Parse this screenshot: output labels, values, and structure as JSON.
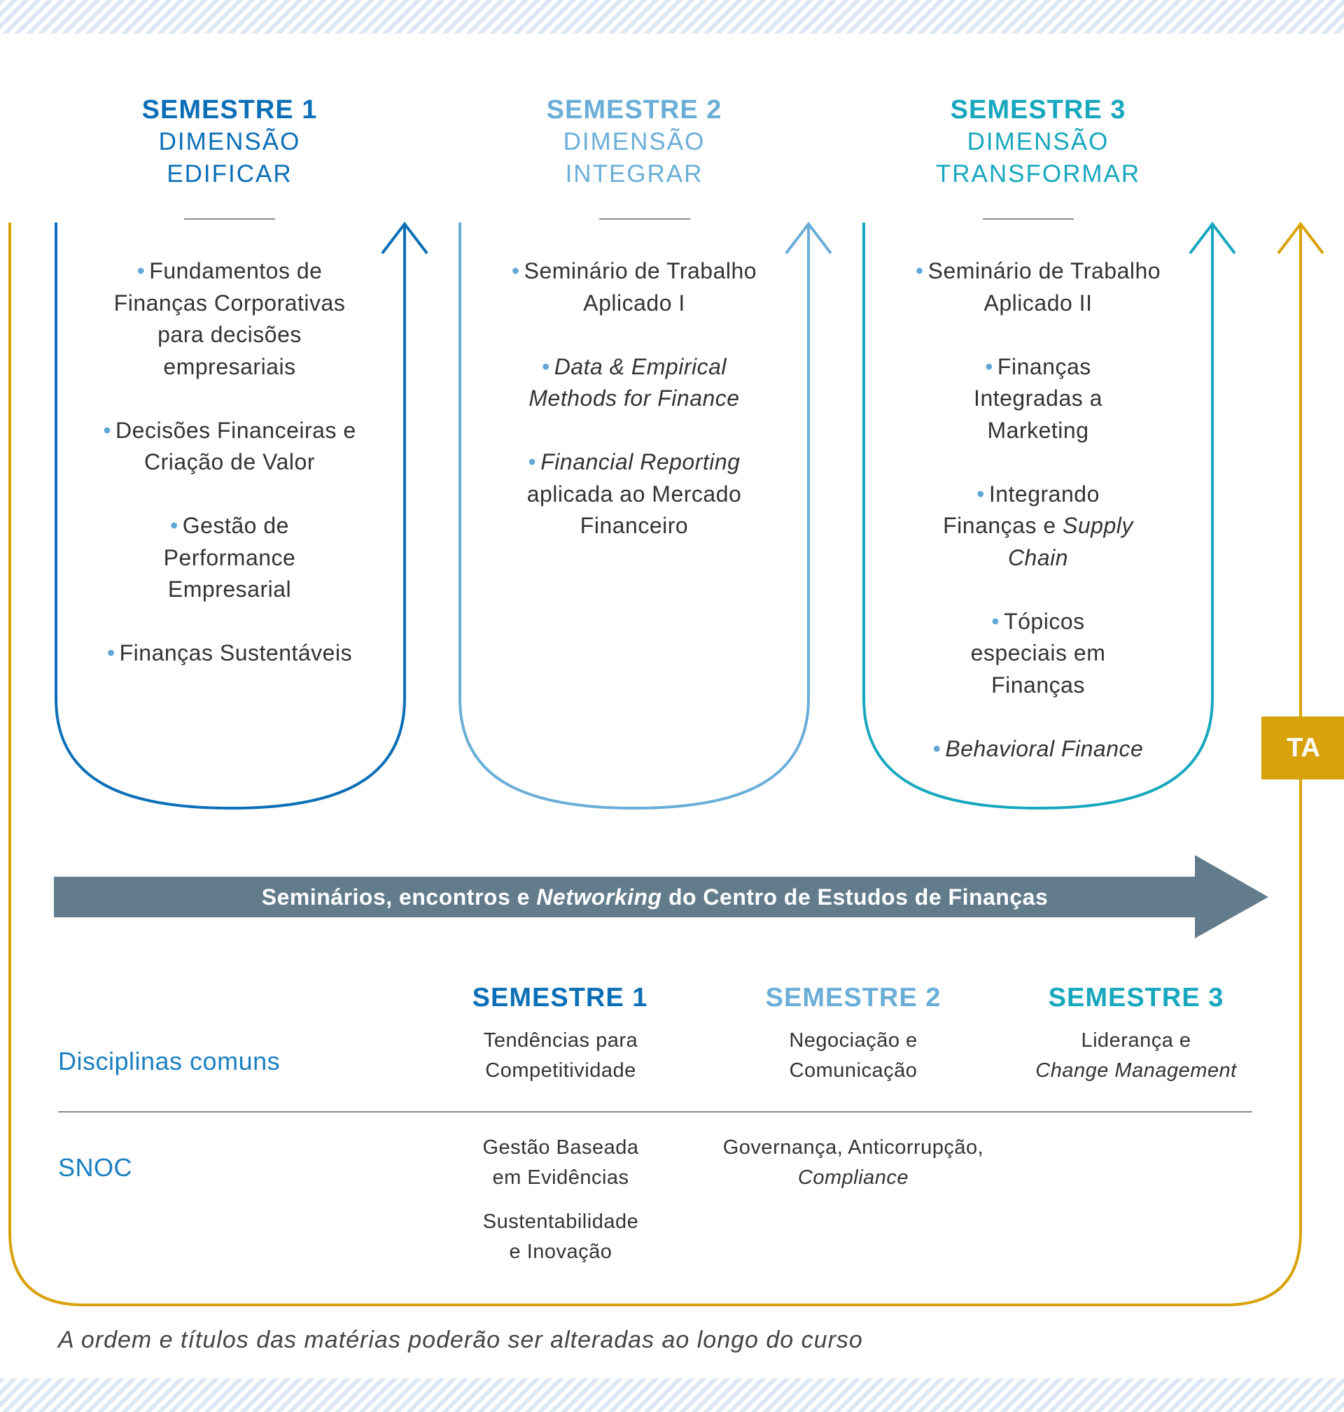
{
  "colors": {
    "sem1": "#0b6fb7",
    "sem2": "#6aaed8",
    "sem3": "#17a7be",
    "gold": "#d9a20b",
    "banner": "#637c8c",
    "bullet": "#5ea6d6"
  },
  "semesters": [
    {
      "title": "SEMESTRE 1",
      "dimension_line1": "DIMENSÃO",
      "dimension_line2": "EDIFICAR",
      "items": [
        {
          "text": "Fundamentos de Finanças Corporativas para decisões empresariais"
        },
        {
          "text": "Decisões Financeiras e Criação de Valor"
        },
        {
          "text": "Gestão de Performance Empresarial"
        },
        {
          "text": "Finanças Sustentáveis"
        }
      ]
    },
    {
      "title": "SEMESTRE 2",
      "dimension_line1": "DIMENSÃO",
      "dimension_line2": "INTEGRAR",
      "items": [
        {
          "text": "Seminário de Trabalho Aplicado I"
        },
        {
          "text": "Data & Empirical Methods for Finance"
        },
        {
          "text_italic": "Financial Reporting",
          "text_rest": "aplicada ao Mercado Financeiro"
        }
      ]
    },
    {
      "title": "SEMESTRE 3",
      "dimension_line1": "DIMENSÃO",
      "dimension_line2": "TRANSFORMAR",
      "items": [
        {
          "text": "Seminário de Trabalho Aplicado II"
        },
        {
          "text": "Finanças Integradas a Marketing"
        },
        {
          "text_pre": "Integrando Finanças e",
          "text_italic": "Supply Chain"
        },
        {
          "text": "Tópicos especiais em Finanças"
        },
        {
          "text": "Behavioral Finance"
        }
      ]
    }
  ],
  "banner": {
    "pre": "Seminários, encontros e",
    "italic": "Networking",
    "post": "do Centro de Estudos de Finanças"
  },
  "ta_label": "TA",
  "bottom_table": {
    "headers": [
      "SEMESTRE 1",
      "SEMESTRE 2",
      "SEMESTRE 3"
    ],
    "rows": [
      {
        "label": "Disciplinas comuns",
        "cells": [
          {
            "line1": "Tendências para",
            "line2": "Competitividade"
          },
          {
            "line1": "Negociação e",
            "line2": "Comunicação"
          },
          {
            "line1": "Liderança e",
            "line2_italic": "Change Management"
          }
        ]
      },
      {
        "label": "SNOC",
        "cells": [
          {
            "line1": "Gestão Baseada",
            "line2": "em Evidências",
            "line3": "Sustentabilidade",
            "line4": "e Inovação"
          },
          {
            "line1": "Governança, Anticorrupção,",
            "line2_italic": "Compliance"
          }
        ]
      }
    ]
  },
  "footnote": "A ordem e títulos das matérias poderão ser alteradas ao longo do curso"
}
